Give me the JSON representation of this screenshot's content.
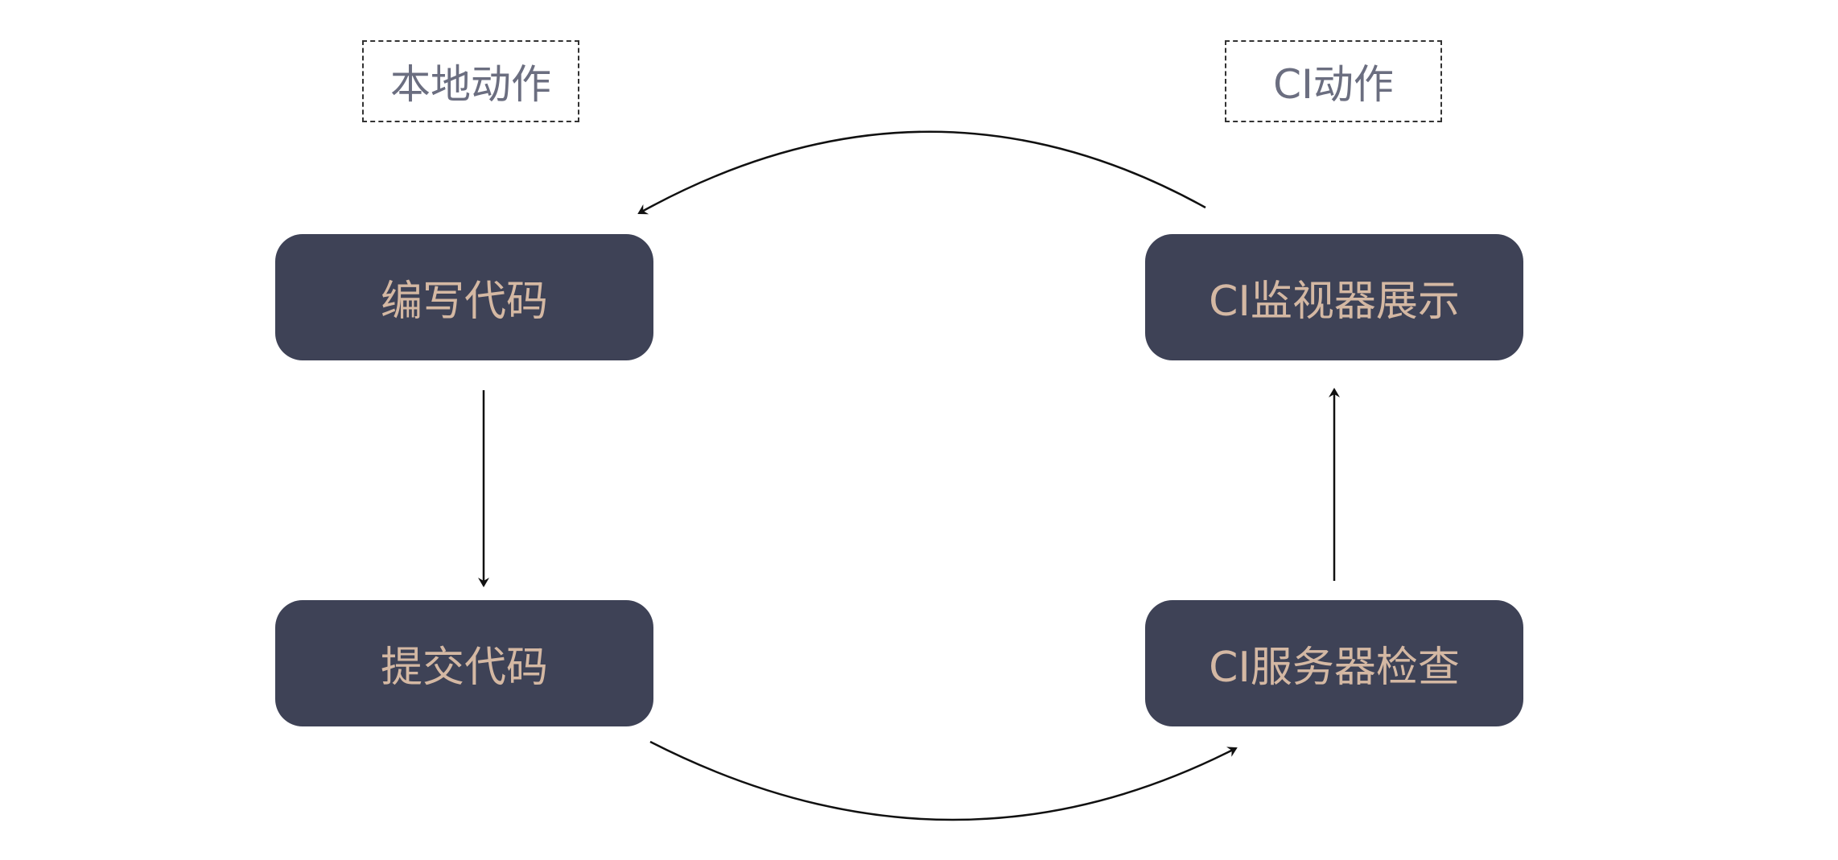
{
  "groups": {
    "local": "本地动作",
    "ci": "CI动作"
  },
  "nodes": {
    "write_code": "编写代码",
    "commit_code": "提交代码",
    "ci_server_check": "CI服务器检查",
    "ci_monitor_display": "CI监视器展示"
  },
  "colors": {
    "node_fill": "#3e4256",
    "node_text": "#d4b8a3",
    "group_text": "#6b6e80",
    "arrow": "#111111"
  }
}
